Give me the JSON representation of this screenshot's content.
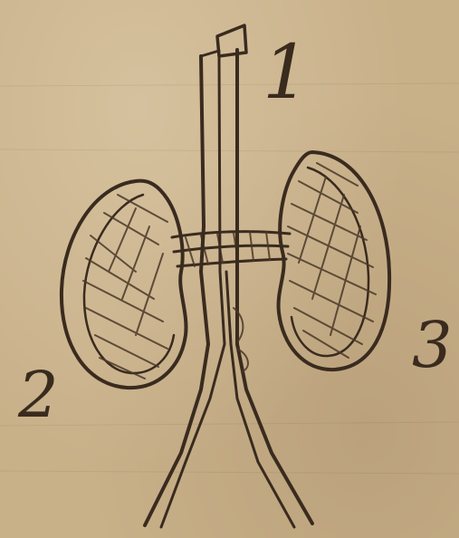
{
  "labels": {
    "one": "1",
    "two": "2",
    "three": "3"
  },
  "colors": {
    "paper": "#c8b089",
    "ink": "#3a2b1f"
  }
}
